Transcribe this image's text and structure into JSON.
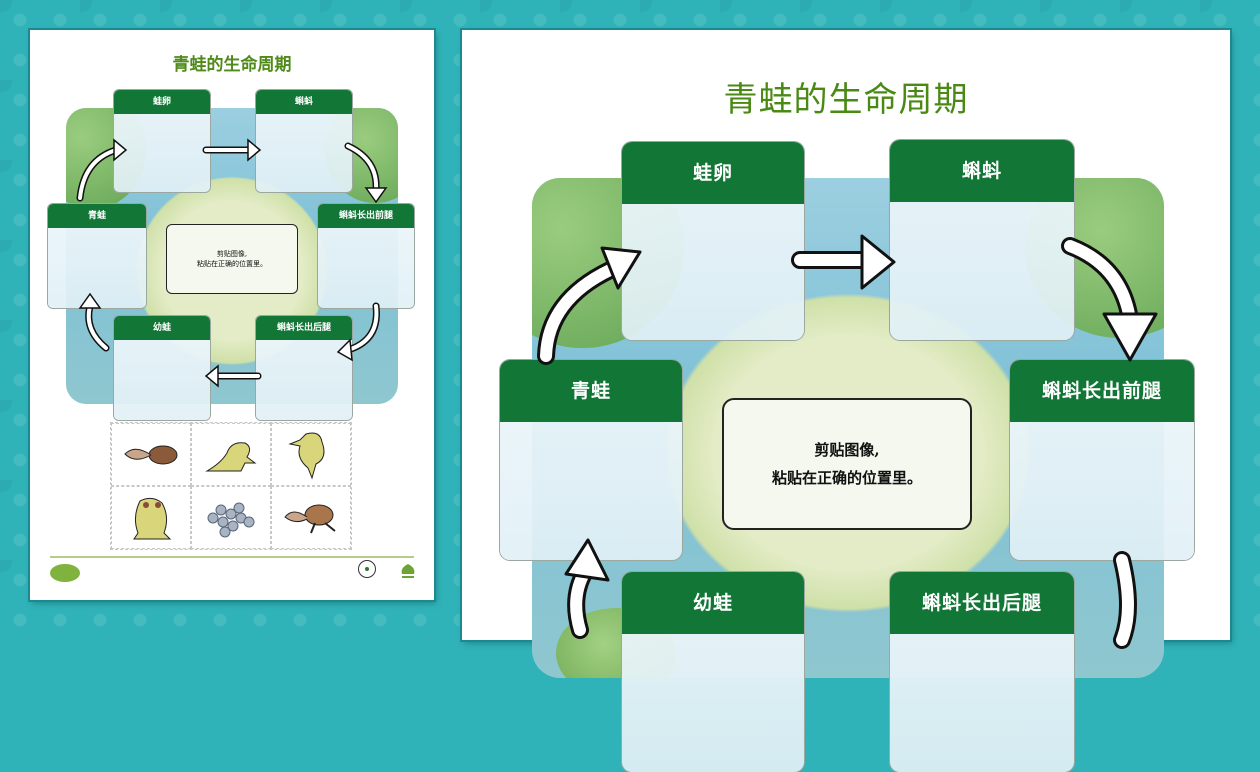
{
  "worksheet": {
    "title": "青蛙的生命周期",
    "instruction_line1": "剪贴图像,",
    "instruction_line2": "粘贴在正确的位置里。",
    "stages": [
      {
        "id": "frogspawn",
        "label": "蛙卵"
      },
      {
        "id": "tadpole",
        "label": "蝌蚪"
      },
      {
        "id": "tadpole-front-legs",
        "label": "蝌蚪长出前腿"
      },
      {
        "id": "tadpole-back-legs",
        "label": "蝌蚪长出后腿"
      },
      {
        "id": "froglet",
        "label": "幼蛙"
      },
      {
        "id": "frog",
        "label": "青蛙"
      }
    ],
    "cutout_pictures": [
      {
        "name": "tadpole-picture"
      },
      {
        "name": "froglet-picture"
      },
      {
        "name": "tadpole-front-legs-picture"
      },
      {
        "name": "frog-picture"
      },
      {
        "name": "frogspawn-picture"
      },
      {
        "name": "tadpole-back-legs-picture"
      }
    ]
  },
  "colors": {
    "background": "#2fb3b8",
    "header_green": "#117636",
    "title_green": "#4a8a14",
    "sheet": "#ffffff"
  }
}
